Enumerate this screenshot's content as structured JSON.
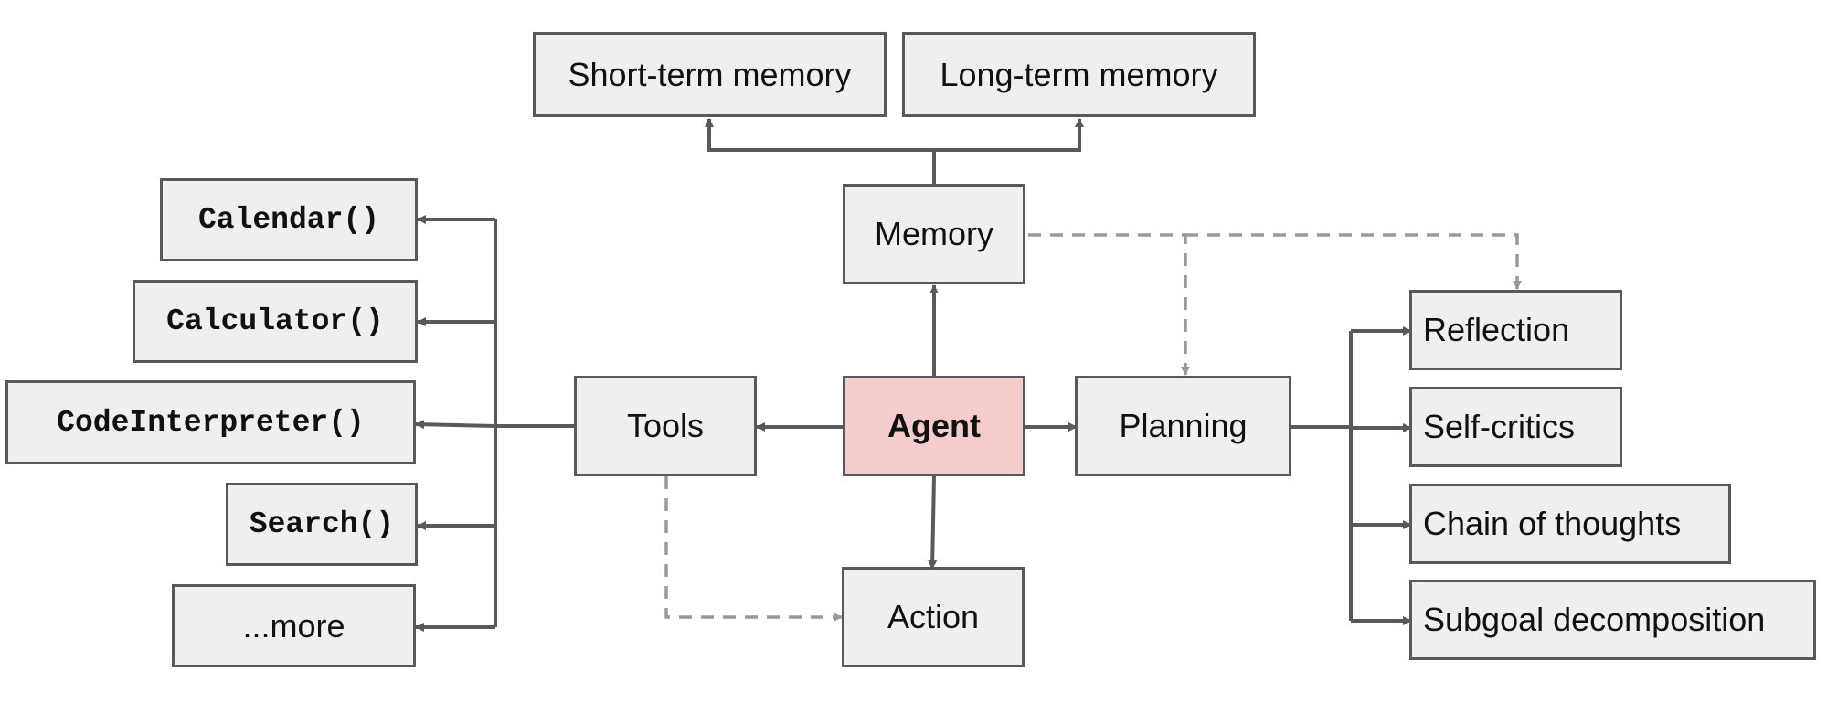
{
  "colors": {
    "box_fill": "#efefef",
    "box_border": "#595959",
    "agent_fill": "#f4cccc",
    "solid_edge": "#595959",
    "dashed_edge": "#999999"
  },
  "nodes": {
    "agent": "Agent",
    "memory": "Memory",
    "short_term_memory": "Short-term memory",
    "long_term_memory": "Long-term memory",
    "tools": "Tools",
    "planning": "Planning",
    "action": "Action",
    "calendar": "Calendar()",
    "calculator": "Calculator()",
    "code_interpreter": "CodeInterpreter()",
    "search": "Search()",
    "more": "...more",
    "reflection": "Reflection",
    "self_critics": "Self-critics",
    "chain_of_thoughts": "Chain of thoughts",
    "subgoal_decomposition": "Subgoal decomposition"
  },
  "edges": [
    {
      "from": "agent",
      "to": "memory",
      "style": "solid"
    },
    {
      "from": "agent",
      "to": "tools",
      "style": "solid"
    },
    {
      "from": "agent",
      "to": "planning",
      "style": "solid"
    },
    {
      "from": "agent",
      "to": "action",
      "style": "solid"
    },
    {
      "from": "memory",
      "to": "short_term_memory",
      "style": "solid"
    },
    {
      "from": "memory",
      "to": "long_term_memory",
      "style": "solid"
    },
    {
      "from": "tools",
      "to": "calendar",
      "style": "solid"
    },
    {
      "from": "tools",
      "to": "calculator",
      "style": "solid"
    },
    {
      "from": "tools",
      "to": "code_interpreter",
      "style": "solid"
    },
    {
      "from": "tools",
      "to": "search",
      "style": "solid"
    },
    {
      "from": "tools",
      "to": "more",
      "style": "solid"
    },
    {
      "from": "planning",
      "to": "reflection",
      "style": "solid"
    },
    {
      "from": "planning",
      "to": "self_critics",
      "style": "solid"
    },
    {
      "from": "planning",
      "to": "chain_of_thoughts",
      "style": "solid"
    },
    {
      "from": "planning",
      "to": "subgoal_decomposition",
      "style": "solid"
    },
    {
      "from": "memory",
      "to": "planning",
      "style": "dashed"
    },
    {
      "from": "memory",
      "to": "reflection",
      "style": "dashed"
    },
    {
      "from": "tools",
      "to": "action",
      "style": "dashed"
    }
  ]
}
